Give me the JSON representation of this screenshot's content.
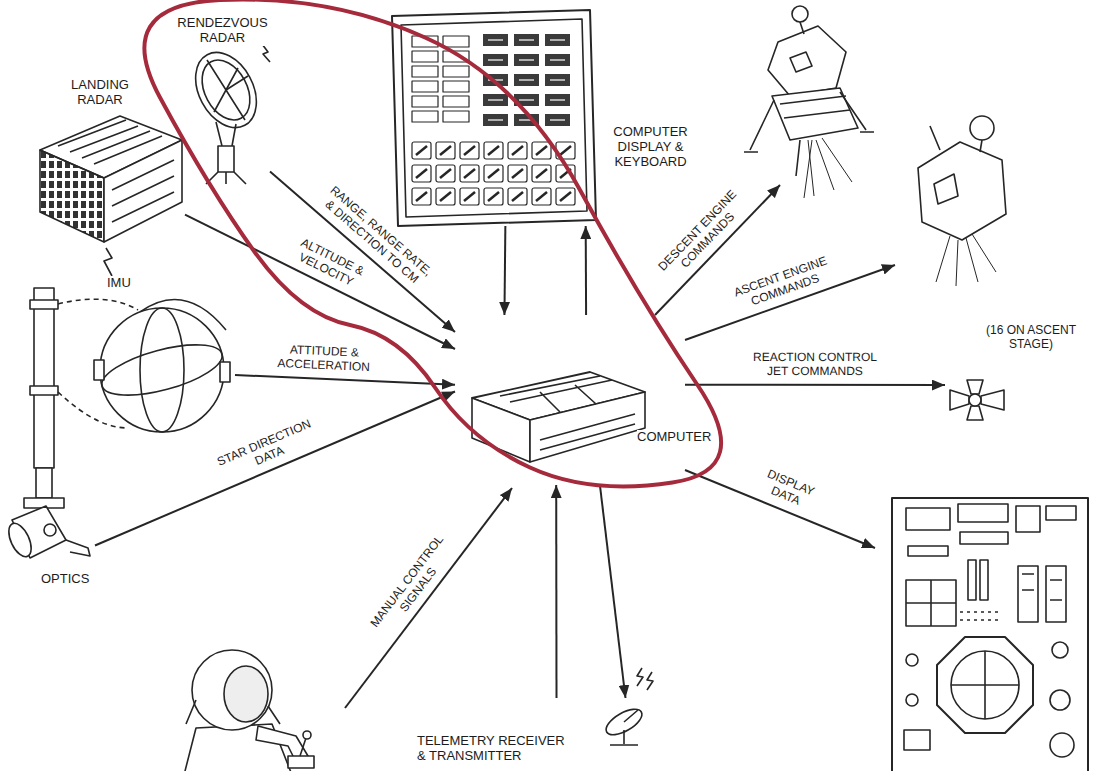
{
  "diagram": {
    "nodes": [
      {
        "text": [
          "RENDEZVOUS RADAR"
        ]
      },
      {
        "text": [
          "COMPUTER DISPLAY & KEYBOARD"
        ]
      },
      {
        "text": [
          "LANDING RADAR"
        ]
      },
      {
        "text": [
          "IMU"
        ]
      },
      {
        "text": [
          "(16 ON ASCENT STAGE)"
        ]
      },
      {
        "text": [
          "COMPUTER"
        ]
      },
      {
        "text": [
          "OPTICS"
        ]
      },
      {
        "text": [
          "TELEMETRY RECEIVER & TRANSMITTER"
        ]
      }
    ],
    "edges": [
      {
        "from": 0,
        "to": 5,
        "arrow": "to",
        "label": "RANGE, RANGE RATE, & DIRECTION TO CM"
      },
      {
        "from": 2,
        "to": 5,
        "arrow": "to",
        "label": "ALTITUDE & VELOCITY"
      },
      {
        "from": 3,
        "to": 5,
        "arrow": "to",
        "label": "ATTITUDE & ACCELERATION"
      },
      {
        "from": 6,
        "to": 5,
        "arrow": "to",
        "label": "STAR DIRECTION DATA"
      },
      {
        "from": 1,
        "to": 5,
        "arrow": "to"
      },
      {
        "from": 5,
        "to": 1,
        "arrow": "to"
      },
      {
        "from": 5,
        "to": 4,
        "arrow": "to",
        "label": "REACTION CONTROL JET COMMANDS"
      },
      {
        "from": 7,
        "to": 5,
        "arrow": "to"
      },
      {
        "from": 5,
        "to": 7,
        "arrow": "to"
      }
    ],
    "labels": [
      "DESCENT ENGINE COMMANDS",
      "ASCENT ENGINE COMMANDS",
      "DISPLAY DATA",
      "MANUAL CONTROL SIGNALS"
    ]
  }
}
